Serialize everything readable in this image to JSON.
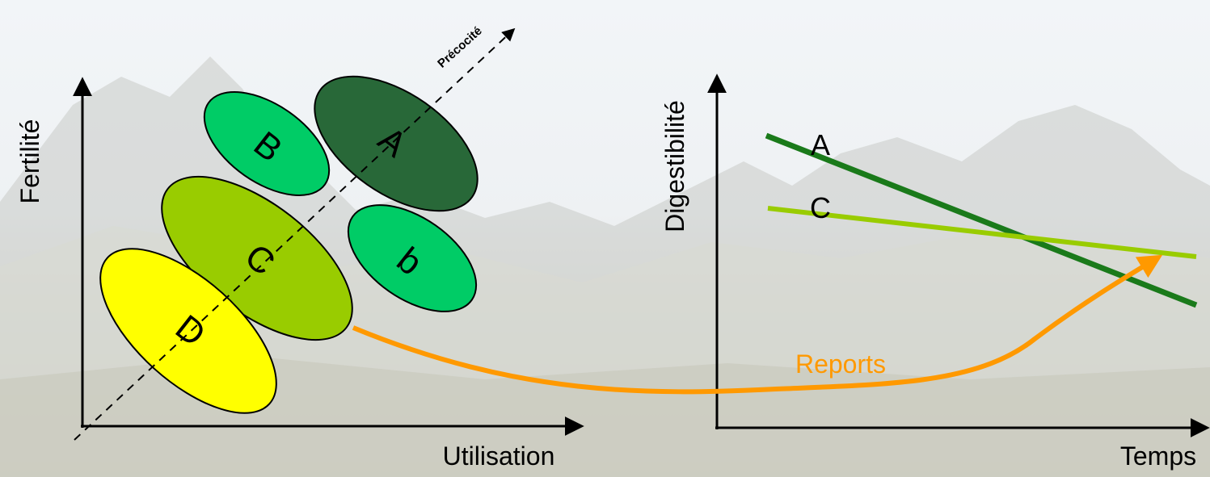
{
  "left_panel": {
    "y_axis_label": "Fertilité",
    "x_axis_label": "Utilisation",
    "diagonal_label": "Précocité",
    "groups": [
      {
        "label": "B",
        "color": "#00cc66"
      },
      {
        "label": "A",
        "color": "#286838"
      },
      {
        "label": "C",
        "color": "#99cc00"
      },
      {
        "label": "b",
        "color": "#00cc66"
      },
      {
        "label": "D",
        "color": "#ffff00"
      }
    ]
  },
  "right_panel": {
    "y_axis_label": "Digestibilité",
    "x_axis_label": "Temps",
    "lines": [
      {
        "label": "A",
        "color": "#1a7a1a"
      },
      {
        "label": "C",
        "color": "#99cc00"
      }
    ]
  },
  "connector": {
    "label": "Reports",
    "color": "#ff9900"
  }
}
